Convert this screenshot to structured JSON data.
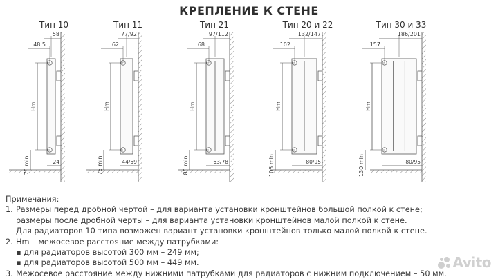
{
  "title": "КРЕПЛЕНИЕ К СТЕНЕ",
  "types": [
    {
      "name": "Тип 10",
      "top_dim": "58",
      "left_dim": "48,5",
      "hm": "Hm",
      "bottom_vert": "75 min",
      "bottom_horiz": "24"
    },
    {
      "name": "Тип 11",
      "top_dim": "77/92",
      "left_dim": "62",
      "hm": "Hm",
      "bottom_vert": "75 min",
      "bottom_horiz": "44/59"
    },
    {
      "name": "Тип 21",
      "top_dim": "97/112",
      "left_dim": "68",
      "hm": "Hm",
      "bottom_vert": "85 min",
      "bottom_horiz": "63/78"
    },
    {
      "name": "Тип 20 и 22",
      "top_dim": "132/147",
      "left_dim": "102",
      "hm": "Hm",
      "bottom_vert": "105 min",
      "bottom_horiz": "80/95"
    },
    {
      "name": "Тип 30 и 33",
      "top_dim": "186/201",
      "left_dim": "157",
      "hm": "Hm",
      "bottom_vert": "130 min",
      "bottom_horiz": "80/95"
    }
  ],
  "notes": {
    "heading": "Примечания:",
    "n1_num": "1.",
    "n1_l1": "Размеры перед дробной чертой – для варианта установки кронштейнов большой полкой к стене;",
    "n1_l2": "размеры после дробной черты – для варианта установки кронштейнов малой полкой к стене.",
    "n1_l3": "Для радиаторов 10 типа возможен вариант установки кронштейнов только малой полкой к стене.",
    "n2_num": "2.",
    "n2_l1": "Hm – межосевое расстояние между патрубками:",
    "n2_b1": "для радиаторов высотой 300 мм – 249 мм;",
    "n2_b2": "для радиаторов высотой 500 мм – 449 мм.",
    "n3_num": "3.",
    "n3_l1": "Межосевое расстояние между нижними патрубками для радиаторов с нижним подключением – 50 мм."
  },
  "watermark": "Avito",
  "colors": {
    "line": "#555555",
    "hatch": "#8a8a8a",
    "text": "#3a3a3a",
    "watermark": "#d0d0d0"
  }
}
